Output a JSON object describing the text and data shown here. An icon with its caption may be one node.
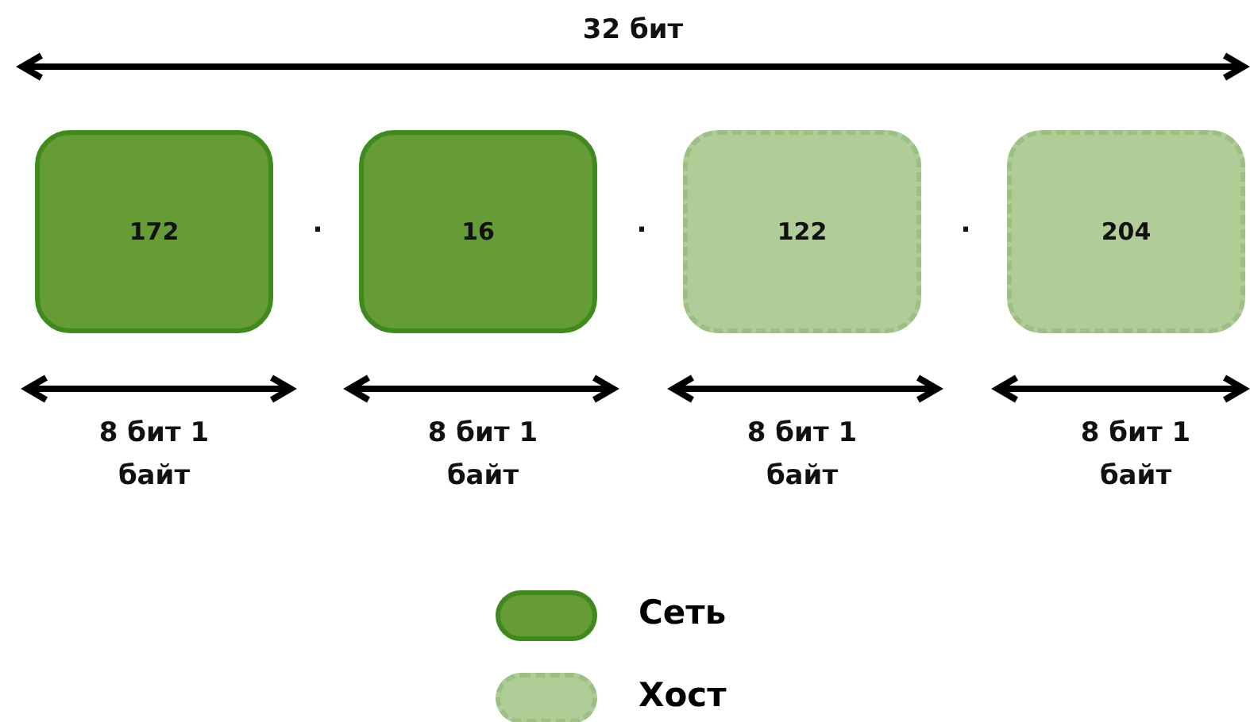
{
  "diagram": {
    "nodes": [
      {
        "text": [
          "172"
        ],
        "beside": [
          "8 бит 1 байт"
        ]
      },
      {
        "text": [
          "16"
        ],
        "beside": [
          "8 бит 1 байт"
        ]
      },
      {
        "text": [
          "122"
        ],
        "beside": [
          "8 бит 1 байт"
        ]
      },
      {
        "text": [
          "204"
        ],
        "beside": [
          "8 бит 1 байт"
        ]
      }
    ],
    "labels": [
      "32 бит",
      ".",
      ".",
      "."
    ],
    "legend": [
      {
        "text": "Сеть",
        "color": "#669c35"
      },
      {
        "text": "Хост",
        "color": "#b0cc97"
      }
    ]
  }
}
